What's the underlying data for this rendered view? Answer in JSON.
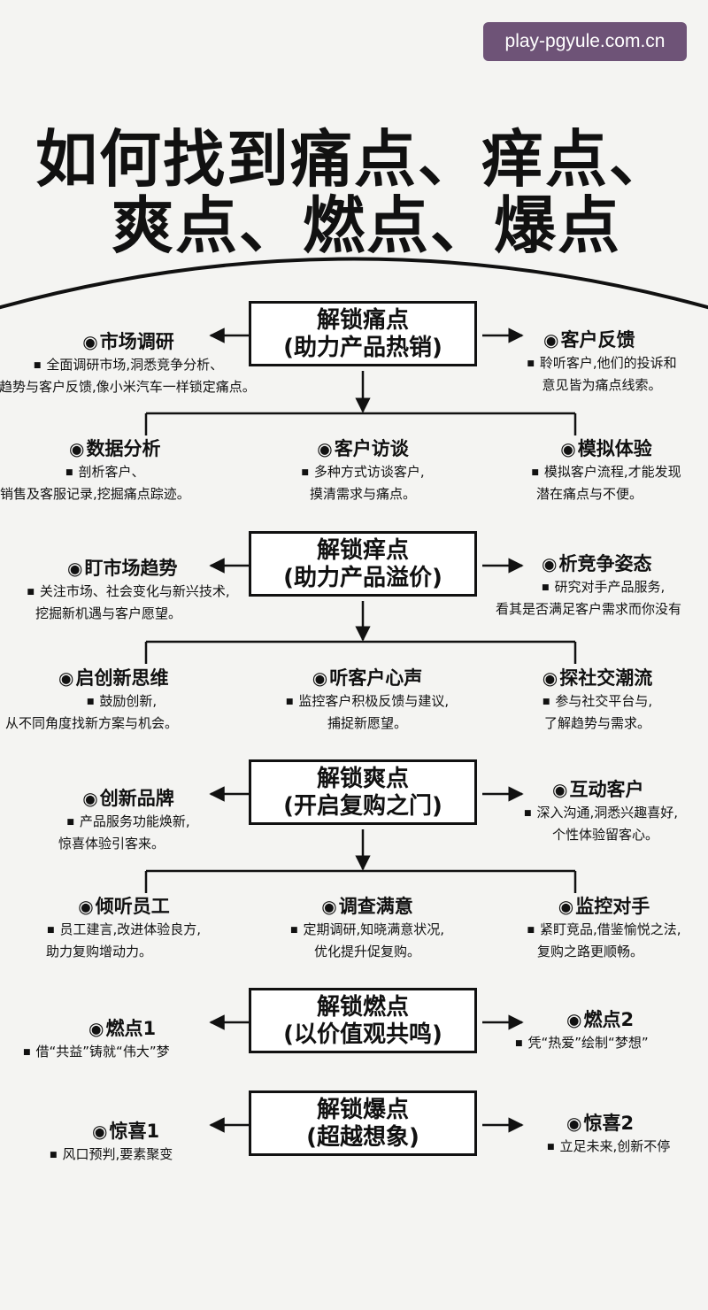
{
  "watermark": "play-pgyule.com.cn",
  "title": {
    "line1": "如何找到痛点、痒点、",
    "line2": "爽点、燃点、爆点"
  },
  "sections": [
    {
      "box": {
        "line1": "解锁痛点",
        "line2": "(助力产品热销)"
      },
      "left": {
        "title": "市场调研",
        "lines": [
          "全面调研市场,洞悉竞争分析、",
          "业趋势与客户反馈,像小米汽车一样锁定痛点。"
        ]
      },
      "right": {
        "title": "客户反馈",
        "lines": [
          "聆听客户,他们的投诉和",
          "意见皆为痛点线索。"
        ]
      },
      "subs": [
        {
          "title": "数据分析",
          "lines": [
            "剖析客户、",
            "销售及客服记录,挖掘痛点踪迹。"
          ]
        },
        {
          "title": "客户访谈",
          "lines": [
            "多种方式访谈客户,",
            "摸清需求与痛点。"
          ]
        },
        {
          "title": "模拟体验",
          "lines": [
            "模拟客户流程,才能发现",
            "潜在痛点与不便。"
          ]
        }
      ]
    },
    {
      "box": {
        "line1": "解锁痒点",
        "line2": "(助力产品溢价)"
      },
      "left": {
        "title": "盯市场趋势",
        "lines": [
          "关注市场、社会变化与新兴技术,",
          "挖掘新机遇与客户愿望。"
        ]
      },
      "right": {
        "title": "析竞争姿态",
        "lines": [
          "研究对手产品服务,",
          "看其是否满足客户需求而你没有"
        ]
      },
      "subs": [
        {
          "title": "启创新思维",
          "lines": [
            "鼓励创新,",
            "从不同角度找新方案与机会。"
          ]
        },
        {
          "title": "听客户心声",
          "lines": [
            "监控客户积极反馈与建议,",
            "捕捉新愿望。"
          ]
        },
        {
          "title": "探社交潮流",
          "lines": [
            "参与社交平台与,",
            "了解趋势与需求。"
          ]
        }
      ]
    },
    {
      "box": {
        "line1": "解锁爽点",
        "line2": "(开启复购之门)"
      },
      "left": {
        "title": "创新品牌",
        "lines": [
          "产品服务功能焕新,",
          "惊喜体验引客来。"
        ]
      },
      "right": {
        "title": "互动客户",
        "lines": [
          "深入沟通,洞悉兴趣喜好,",
          "个性体验留客心。"
        ]
      },
      "subs": [
        {
          "title": "倾听员工",
          "lines": [
            "员工建言,改进体验良方,",
            "助力复购增动力。"
          ]
        },
        {
          "title": "调查满意",
          "lines": [
            "定期调研,知晓满意状况,",
            "优化提升促复购。"
          ]
        },
        {
          "title": "监控对手",
          "lines": [
            "紧盯竞品,借鉴愉悦之法,",
            "复购之路更顺畅。"
          ]
        }
      ]
    },
    {
      "box": {
        "line1": "解锁燃点",
        "line2": "(以价值观共鸣)"
      },
      "left": {
        "title": "燃点1",
        "lines": [
          "借“共益”铸就“伟大”梦"
        ]
      },
      "right": {
        "title": "燃点2",
        "lines": [
          "凭“热爱”绘制“梦想”"
        ]
      },
      "subs": []
    },
    {
      "box": {
        "line1": "解锁爆点",
        "line2": "(超越想象)"
      },
      "left": {
        "title": "惊喜1",
        "lines": [
          "风口预判,要素聚变"
        ]
      },
      "right": {
        "title": "惊喜2",
        "lines": [
          "立足未来,创新不停"
        ]
      },
      "subs": []
    }
  ]
}
